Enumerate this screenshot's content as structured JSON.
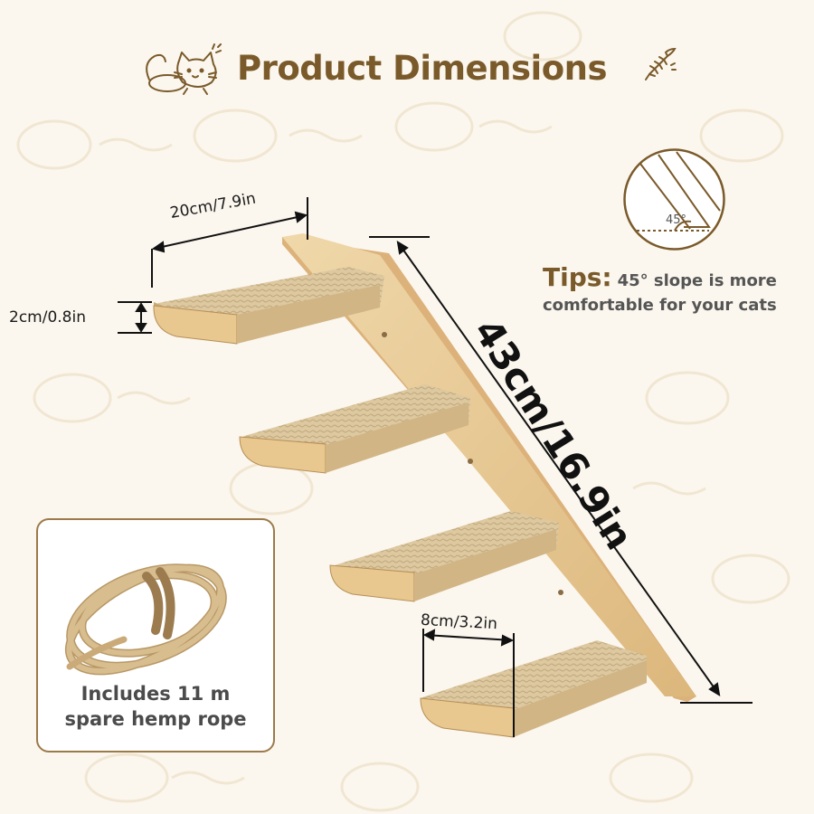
{
  "title": "Product Dimensions",
  "icons": {
    "cat": "cat-icon",
    "fish": "fish-bone-icon",
    "slope": "slope-angle-icon",
    "rope": "hemp-rope-icon"
  },
  "dimensions": {
    "step_length": "20cm/7.9in",
    "step_thickness": "2cm/0.8in",
    "step_spacing": "8cm/3.2in",
    "board_length": "43cm/16.9in"
  },
  "tips": {
    "label": "Tips:",
    "line1": "45° slope is more",
    "line2": "comfortable for your cats",
    "angle": "45°"
  },
  "accessory": {
    "line1": "Includes 11 m",
    "line2": "spare hemp rope"
  },
  "colors": {
    "background": "#fbf7ee",
    "title": "#7a5a2a",
    "wood": "#e9cf9f",
    "sisal": "#d9c39a",
    "card_border": "#9c7a4a"
  }
}
